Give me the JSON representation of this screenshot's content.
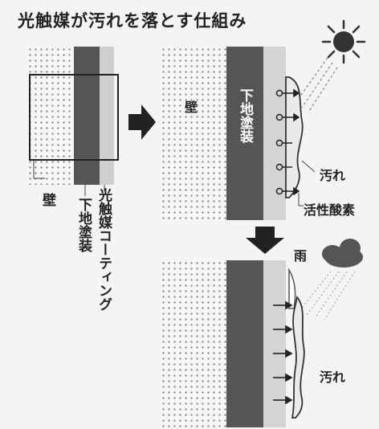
{
  "title": "光触媒が汚れを落とす仕組み",
  "left_diagram": {
    "wall": "壁",
    "base_paint": "下地塗装",
    "coating": "光触媒コーティング"
  },
  "top_right": {
    "wall": "壁",
    "base_paint": "下地塗装",
    "dirt": "汚れ",
    "active_oxygen": "活性酸素"
  },
  "bottom_right": {
    "rain": "雨",
    "dirt": "汚れ"
  },
  "icons": [
    "sun-icon",
    "rain-cloud-icon",
    "arrow-right-icon",
    "arrow-down-icon"
  ]
}
